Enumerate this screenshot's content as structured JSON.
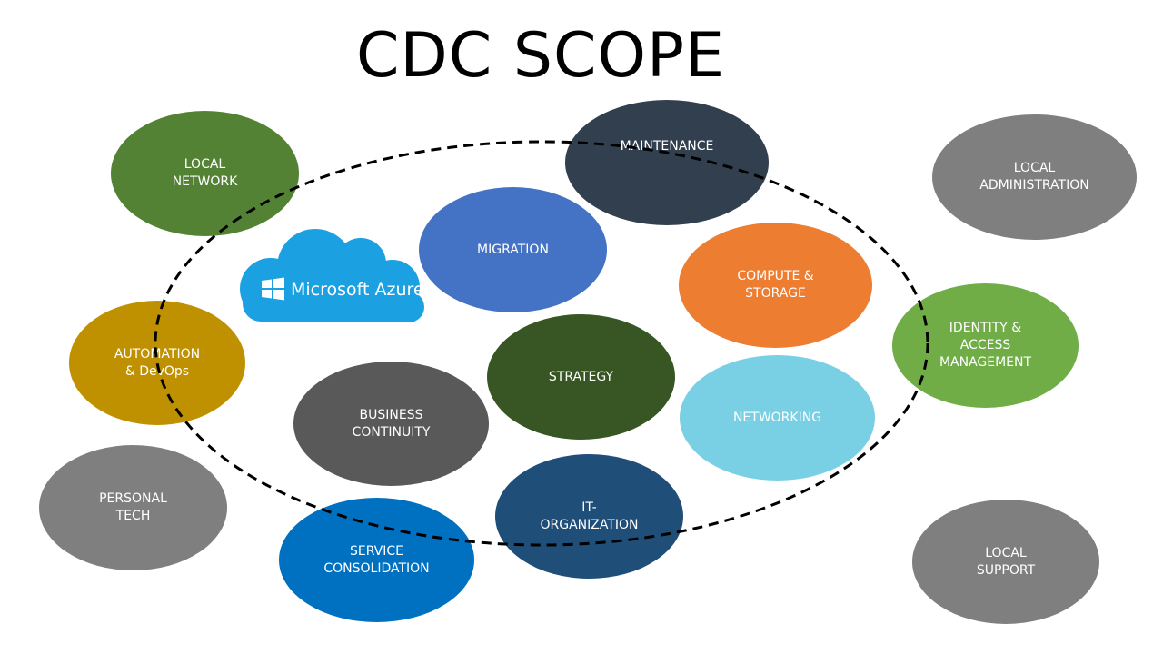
{
  "title": "CDC SCOPE",
  "logo": {
    "text": "Microsoft Azure",
    "icon": "windows-icon",
    "cloud_color": "#1BA1E2"
  },
  "ring": {
    "style": "dashed",
    "color": "#000000"
  },
  "bubbles": [
    {
      "id": "local-network",
      "label": "LOCAL\nNETWORK",
      "color": "#548235"
    },
    {
      "id": "maintenance",
      "label": "MAINTENANCE",
      "color": "#323F4F"
    },
    {
      "id": "local-administration",
      "label": "LOCAL\nADMINISTRATION",
      "color": "#7F7F7F"
    },
    {
      "id": "migration",
      "label": "MIGRATION",
      "color": "#4472C4"
    },
    {
      "id": "compute-storage",
      "label": "COMPUTE &\nSTORAGE",
      "color": "#ED7D31"
    },
    {
      "id": "identity-access",
      "label": "IDENTITY &\nACCESS\nMANAGEMENT",
      "color": "#70AD47"
    },
    {
      "id": "automation-devops",
      "label": "AUTOMATION\n& DevOps",
      "color": "#BF9000"
    },
    {
      "id": "strategy",
      "label": "STRATEGY",
      "color": "#375623"
    },
    {
      "id": "business-continuity",
      "label": "BUSINESS\nCONTINUITY",
      "color": "#595959"
    },
    {
      "id": "networking",
      "label": "NETWORKING",
      "color": "#79D0E4"
    },
    {
      "id": "personal-tech",
      "label": "PERSONAL\nTECH",
      "color": "#7F7F7F"
    },
    {
      "id": "it-organization",
      "label": "IT-\nORGANIZATION",
      "color": "#1F4E79"
    },
    {
      "id": "service-consolidation",
      "label": "SERVICE\nCONSOLIDATION",
      "color": "#0070C0"
    },
    {
      "id": "local-support",
      "label": "LOCAL\nSUPPORT",
      "color": "#7F7F7F"
    }
  ]
}
